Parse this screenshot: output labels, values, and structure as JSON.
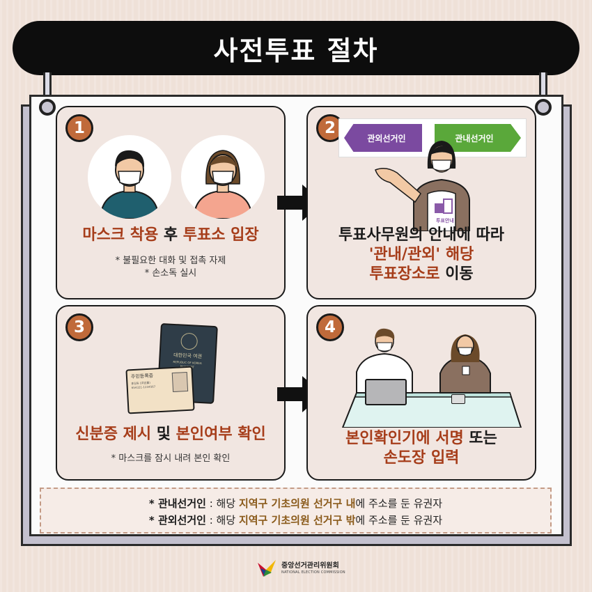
{
  "title": "사전투표 절차",
  "steps": [
    {
      "number": "1",
      "title_a": "마스크 착용",
      "title_b": " 후 ",
      "title_c": "투표소 입장",
      "notes": [
        "* 불필요한 대화 및 접촉 자제",
        "* 손소독 실시"
      ]
    },
    {
      "number": "2",
      "title_line1": "투표사무원의 안내에 따라",
      "title_line2": "'관내/관외' 해당",
      "title_line3_a": "투표장소로",
      "title_line3_b": " 이동",
      "sign_left": "관외선거인",
      "sign_right": "관내선거인",
      "apron_label": "투표안내"
    },
    {
      "number": "3",
      "title_a": "신분증 제시",
      "title_b": " 및 ",
      "title_c": "본인여부 확인",
      "notes": [
        "* 마스크를 잠시 내려 본인 확인"
      ],
      "passport_line1": "대한민국 여권",
      "passport_line2": "REPUBLIC OF KOREA",
      "passport_line3": "PASSPORT",
      "idcard_title": "주민등록증",
      "idcard_name": "홍길동 (洪吉童)",
      "idcard_number": "654321-1234567"
    },
    {
      "number": "4",
      "title_line1_a": "본인확인기에 서명",
      "title_line1_b": " 또는",
      "title_line2": "손도장 입력"
    }
  ],
  "footnotes": [
    {
      "star": "* ",
      "term": "관내선거인",
      "sep": " : 해당 ",
      "hl1": "지역구 기초의원 선거구 내",
      "rest": "에 주소를 둔 유권자"
    },
    {
      "star": "* ",
      "term": "관외선거인",
      "sep": " : 해당 ",
      "hl1": "지역구 기초의원 선거구 밖",
      "rest": "에 주소를 둔 유권자"
    }
  ],
  "logo": {
    "name": "중앙선거관리위원회",
    "name_en": "NATIONAL ELECTION COMMISSION"
  },
  "colors": {
    "accent": "#c06a3a",
    "highlight": "#a63d1a",
    "card": "#f1e6e1",
    "sign_purple": "#7b4aa0",
    "sign_green": "#5aa83a"
  },
  "icons": [
    "person-male-icon",
    "person-female-icon",
    "right-arrow-icon",
    "passport-icon",
    "id-card-icon",
    "laptop-icon",
    "signature-pad-icon",
    "nec-logo-icon"
  ]
}
